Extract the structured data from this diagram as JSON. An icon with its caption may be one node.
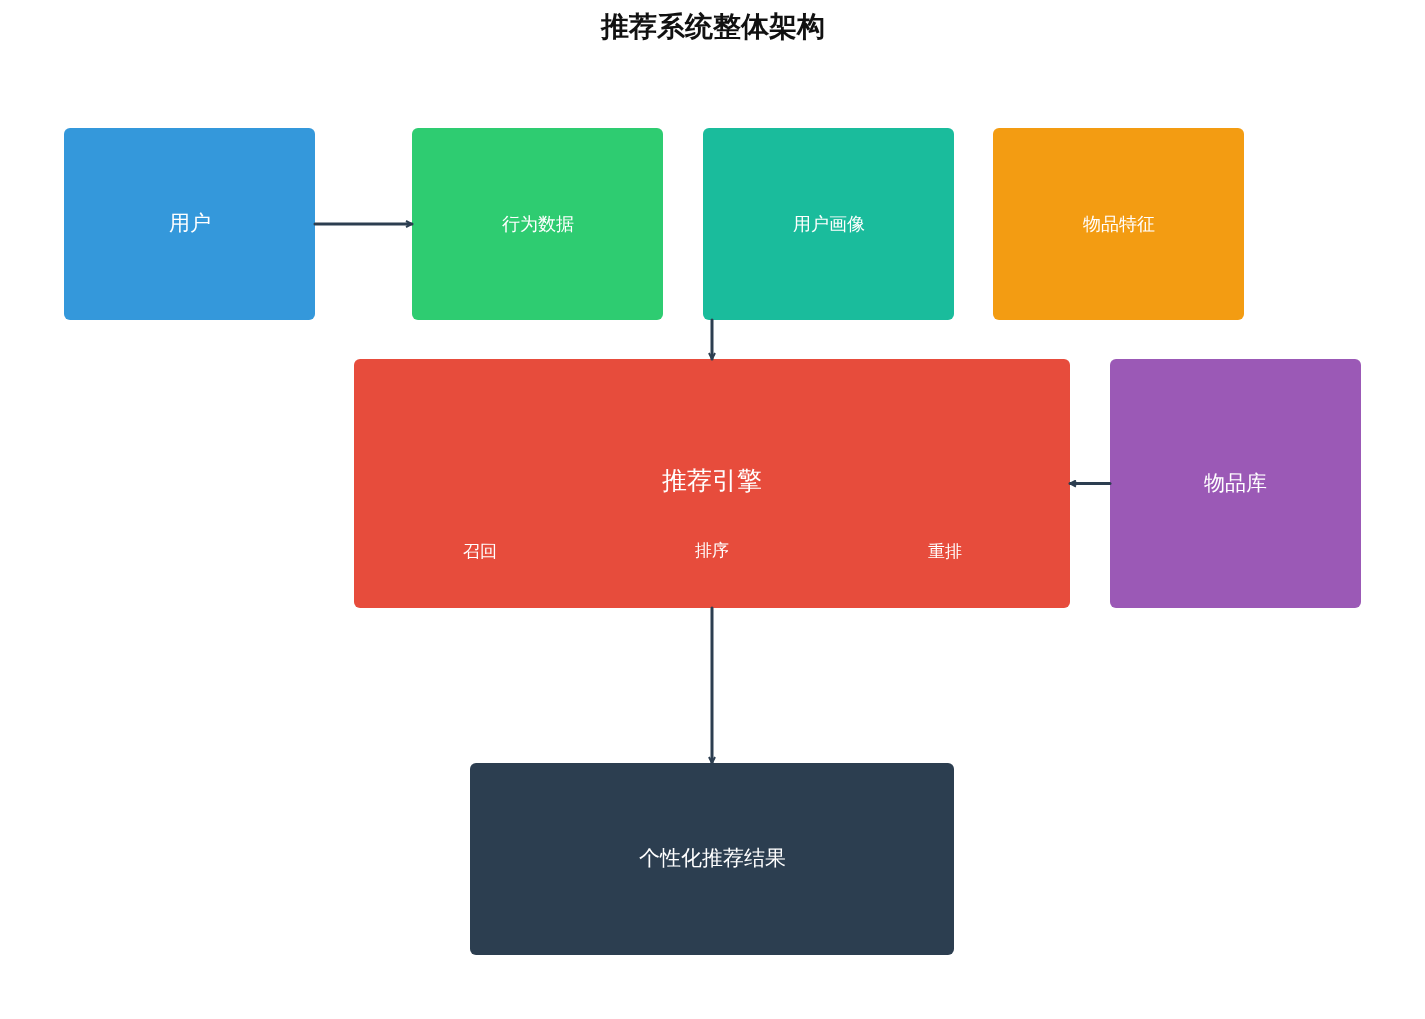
{
  "diagram": {
    "title": "推荐系统整体架构",
    "nodes": [
      {
        "text": [
          "用户"
        ]
      },
      {
        "text": [
          "行为数据"
        ]
      },
      {
        "text": [
          "用户画像"
        ]
      },
      {
        "text": [
          "物品特征"
        ]
      },
      {
        "text": [
          "推荐引擎",
          "召回",
          "排序",
          "重排"
        ]
      },
      {
        "text": [
          "物品库"
        ]
      },
      {
        "text": [
          "个性化推荐结果"
        ]
      }
    ],
    "edges": [
      {
        "from": 0,
        "to": 1,
        "arrow": "to"
      },
      {
        "from": 2,
        "to": 4,
        "arrow": "to"
      },
      {
        "from": 5,
        "to": 4,
        "arrow": "to"
      },
      {
        "from": 4,
        "to": 6,
        "arrow": "to"
      }
    ]
  }
}
